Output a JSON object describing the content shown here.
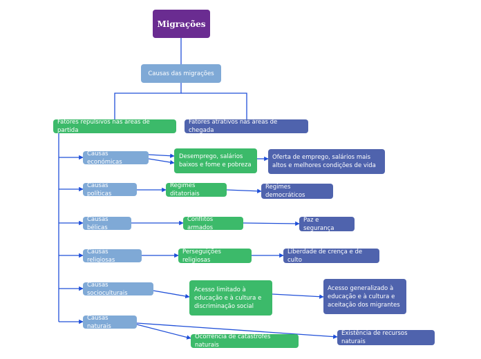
{
  "root": "Migrações",
  "level1": "Causas das migrações",
  "branches": {
    "repulsive": "Fatores repulsivos nas áreas de partida",
    "attractive": "Fatores atrativos nas áreas de chegada"
  },
  "rows": [
    {
      "cause": "Causas económicas",
      "repulsive": "Desemprego, salários baixos e fome e pobreza",
      "attractive": "Oferta de emprego, salários mais altos e melhores condições de vida"
    },
    {
      "cause": "Causas políticas",
      "repulsive": "Regimes ditatoriais",
      "attractive": "Regimes democráticos"
    },
    {
      "cause": "Causas bélicas",
      "repulsive": "Conflitos armados",
      "attractive": "Paz e segurança"
    },
    {
      "cause": "Causas religiosas",
      "repulsive": "Perseguições religiosas",
      "attractive": "Liberdade de crença e de culto"
    },
    {
      "cause": "Causas socioculturais",
      "repulsive": "Acesso limitado à educação e à cultura e discriminação social",
      "attractive": "Acesso generalizado à educação e à cultura e aceitação dos migrantes"
    },
    {
      "cause": "Causas naturais",
      "repulsive": "Ocorrência de catástrofes naturais",
      "attractive": "Existência de recursos naturais"
    }
  ],
  "colors": {
    "root": "#6a2c91",
    "level1": "#7fa9d6",
    "repulsive": "#3cba6a",
    "attractive": "#4f63ad",
    "connector": "#1f4fd8"
  }
}
